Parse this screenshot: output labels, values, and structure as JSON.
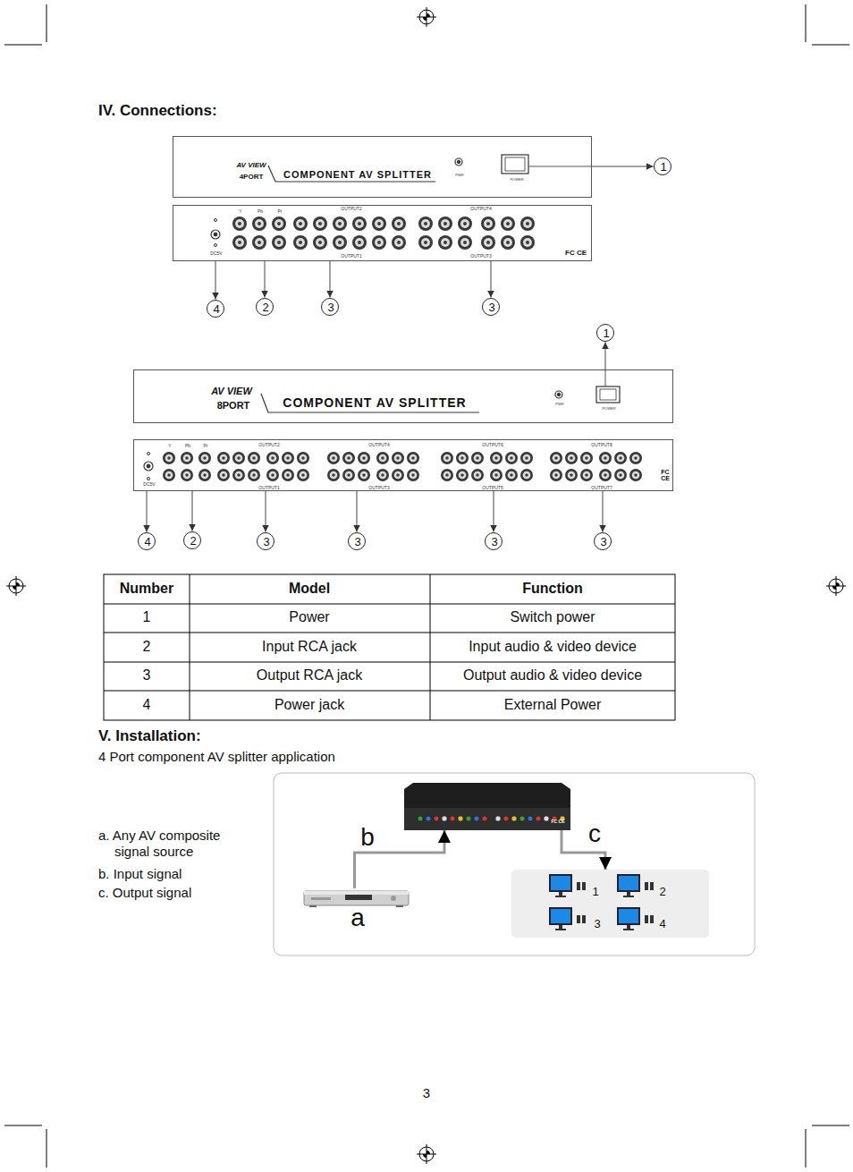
{
  "diagram": {
    "title": "IV. Connections:",
    "nodes": [
      {
        "text": [
          "AV VIEW",
          "4PORT",
          "COMPONENT AV SPLITTER",
          "PWR",
          "POWER"
        ]
      },
      {
        "text": [
          "1"
        ]
      },
      {
        "text": [
          "Y",
          "Pb",
          "Pr",
          "OUTPUT2",
          "OUTPUT4",
          "OUTPUT1",
          "OUTPUT3",
          "DC5V",
          "FC CE"
        ]
      },
      {
        "text": [
          "4"
        ]
      },
      {
        "text": [
          "2"
        ]
      },
      {
        "text": [
          "3"
        ]
      },
      {
        "text": [
          "3"
        ]
      },
      {
        "text": [
          "AV VIEW",
          "8PORT",
          "COMPONENT AV SPLITTER",
          "PWR",
          "POWER"
        ]
      },
      {
        "text": [
          "1"
        ]
      },
      {
        "text": [
          "Y",
          "Pb",
          "Pr",
          "OUTPUT2",
          "OUTPUT4",
          "OUTPUT6",
          "OUTPUT8",
          "OUTPUT1",
          "OUTPUT3",
          "OUTPUT5",
          "OUTPUT7",
          "DC5V",
          "FC CE"
        ]
      },
      {
        "text": [
          "4"
        ]
      },
      {
        "text": [
          "2"
        ]
      },
      {
        "text": [
          "3"
        ]
      },
      {
        "text": [
          "3"
        ]
      },
      {
        "text": [
          "3"
        ]
      },
      {
        "text": [
          "3"
        ]
      },
      {
        "text": [
          "FC CE"
        ]
      },
      {
        "text": [
          "a"
        ]
      },
      {
        "text": [
          "1",
          "2",
          "3",
          "4"
        ]
      }
    ],
    "edges": [
      {
        "from": 0,
        "to": 1,
        "arrow": "to"
      },
      {
        "from": 2,
        "to": 3,
        "arrow": "to"
      },
      {
        "from": 2,
        "to": 4,
        "arrow": "to"
      },
      {
        "from": 2,
        "to": 5,
        "arrow": "to"
      },
      {
        "from": 2,
        "to": 6,
        "arrow": "to"
      },
      {
        "from": 7,
        "to": 8,
        "arrow": "to"
      },
      {
        "from": 9,
        "to": 10,
        "arrow": "to"
      },
      {
        "from": 9,
        "to": 11,
        "arrow": "to"
      },
      {
        "from": 9,
        "to": 12,
        "arrow": "to"
      },
      {
        "from": 9,
        "to": 13,
        "arrow": "to"
      },
      {
        "from": 9,
        "to": 14,
        "arrow": "to"
      },
      {
        "from": 9,
        "to": 15,
        "arrow": "to"
      },
      {
        "from": 17,
        "to": 16,
        "label": "b",
        "arrow": "to"
      },
      {
        "from": 16,
        "to": 18,
        "label": "c",
        "arrow": "to"
      }
    ],
    "labels": [
      "Number",
      "Model",
      "Function",
      "1",
      "Power",
      "Switch power",
      "2",
      "Input RCA jack",
      "Input audio & video device",
      "3",
      "Output RCA jack",
      "Output audio & video device",
      "4",
      "Power jack",
      "External Power",
      "V. Installation:",
      "4 Port component AV splitter application",
      "a. Any AV composite signal source",
      "b. Input signal",
      "c. Output signal",
      "3"
    ]
  }
}
